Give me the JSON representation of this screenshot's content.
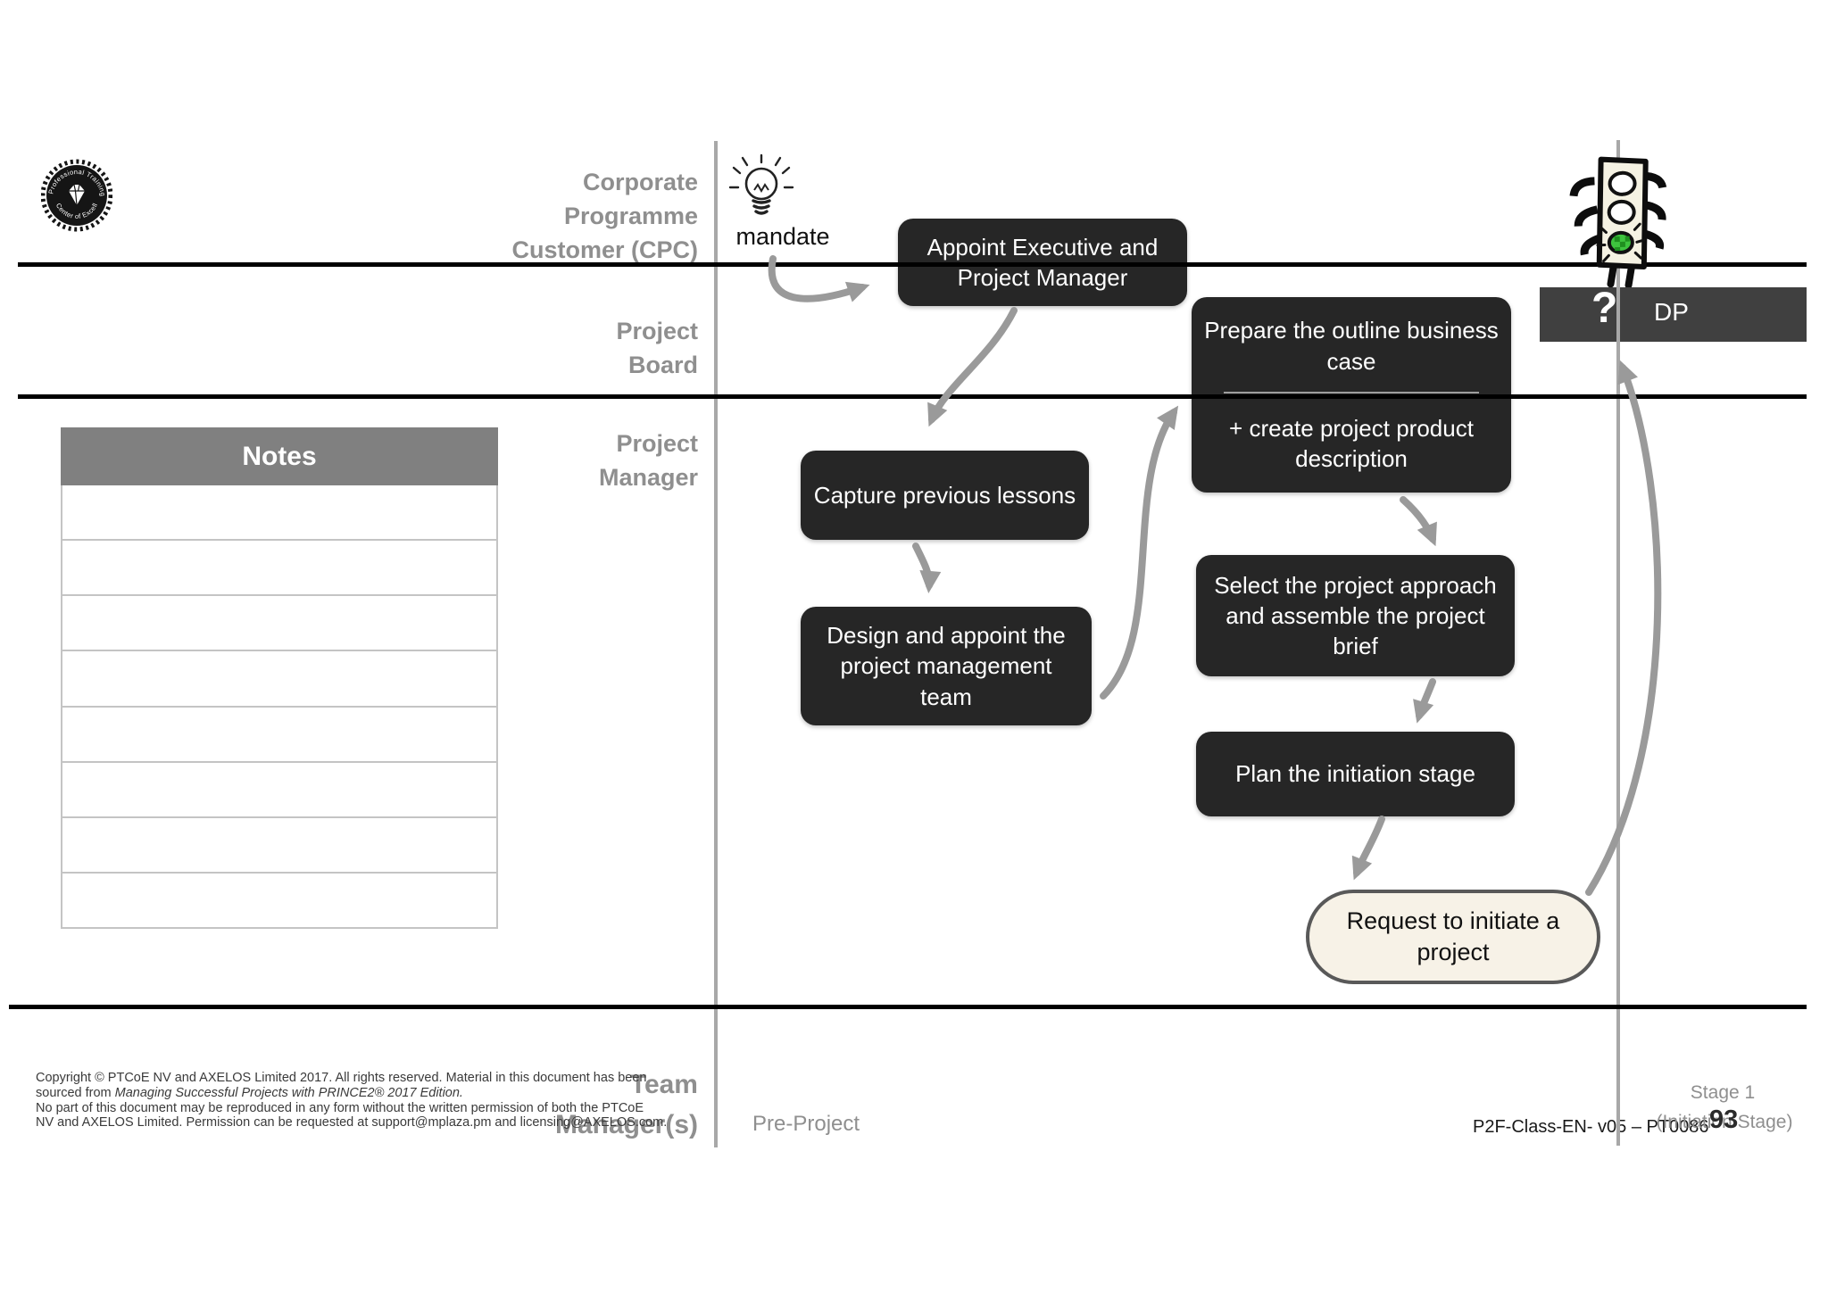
{
  "badge": {
    "top_text": "Professional Training",
    "bottom_text": "Center of Excellence"
  },
  "lanes": {
    "cpc": {
      "line1": "Corporate",
      "line2": "Programme",
      "line3": "Customer (CPC)"
    },
    "project_board": {
      "line1": "Project",
      "line2": "Board"
    },
    "project_manager": {
      "line1": "Project",
      "line2": "Manager"
    },
    "team_manager": {
      "line1": "Team",
      "line2": "Manager(s)"
    }
  },
  "mandate_label": "mandate",
  "process_boxes": {
    "appoint": "Appoint Executive and Project Manager",
    "capture": "Capture previous lessons",
    "design": "Design and appoint the project management team",
    "prepare_line1": "Prepare the outline business case",
    "prepare_line2": "+ create project product description",
    "select": "Select the project approach and assemble the project brief",
    "plan": "Plan the initiation stage",
    "request": "Request to initiate a project"
  },
  "dp_gate": {
    "question_mark": "?",
    "label": "DP"
  },
  "notes": {
    "header": "Notes",
    "row_count": 8
  },
  "footer": {
    "copyright_line1": "Copyright © PTCoE NV and AXELOS Limited 2017. All rights reserved. Material in this document has been",
    "copyright_line2_prefix": "sourced from ",
    "copyright_line2_italic": "Managing Successful Projects with PRINCE2® 2017 Edition.",
    "copyright_line3": "No part of this document may be reproduced in any form without the written permission of both the PTCoE",
    "copyright_line4": "NV and AXELOS Limited. Permission can be requested at support@mplaza.pm and licensing@AXELOS.com.",
    "phase_left": "Pre-Project",
    "stage_line1": "Stage 1",
    "stage_line2": "(Initiation Stage)",
    "page_number": "93",
    "doc_code": "P2F-Class-EN- v05 – PT0086"
  },
  "colors": {
    "box_dark": "#262626",
    "dp_box": "#404040",
    "arrow": "#9a9a9a",
    "lane_line": "#000000",
    "vline": "#a8a8a8",
    "label_gray": "#8f8f8f",
    "notes_header_bg": "#808080",
    "pill_bg": "#f7f2e7",
    "pill_border": "#595959",
    "traffic_green": "#3ec43e"
  }
}
